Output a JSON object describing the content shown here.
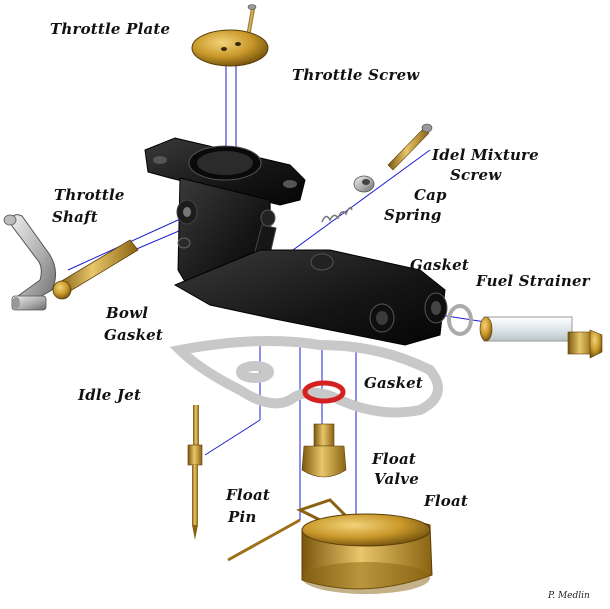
{
  "labels": {
    "throttle_plate": "Throttle Plate",
    "throttle_screw": "Throttle Screw",
    "idle_mixture_screw_line1": "Idel Mixture",
    "idle_mixture_screw_line2": "Screw",
    "cap": "Cap",
    "spring": "Spring",
    "throttle_shaft_line1": "Throttle",
    "throttle_shaft_line2": "Shaft",
    "gasket_top": "Gasket",
    "fuel_strainer": "Fuel Strainer",
    "bowl_gasket_line1": "Bowl",
    "bowl_gasket_line2": "Gasket",
    "idle_jet": "Idle Jet",
    "gasket_washer": "Gasket",
    "float_valve_line1": "Float",
    "float_valve_line2": "Valve",
    "float": "Float",
    "float_pin_line1": "Float",
    "float_pin_line2": "Pin"
  },
  "credit": "P. Medlin",
  "colors": {
    "body": "#1a1a1a",
    "brass": "#b8860b",
    "leader_line": "#1f1fd0",
    "gasket_gray": "#c8c8c8",
    "red_washer": "#d42020"
  }
}
